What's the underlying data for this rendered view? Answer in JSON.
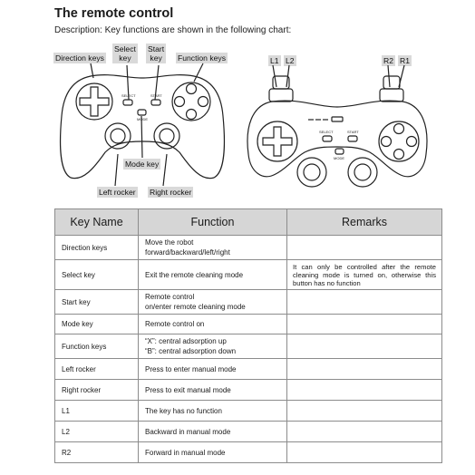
{
  "title": "The remote control",
  "description": "Description: Key functions are shown in the following chart:",
  "labels": {
    "direction_keys": "Direction keys",
    "select_key_line1": "Select",
    "select_key_line2": "key",
    "start_key_line1": "Start",
    "start_key_line2": "key",
    "function_keys": "Function keys",
    "mode_key": "Mode key",
    "left_rocker": "Left rocker",
    "right_rocker": "Right rocker",
    "l1": "L1",
    "l2": "L2",
    "r2": "R2",
    "r1": "R1"
  },
  "controller_markings": {
    "select": "SELECT",
    "start": "START",
    "mode": "MODE"
  },
  "table": {
    "headers": [
      "Key Name",
      "Function",
      "Remarks"
    ],
    "rows": [
      {
        "key": "Direction keys",
        "function": [
          "Move the robot",
          "forward/backward/left/right"
        ],
        "remarks": ""
      },
      {
        "key": "Select key",
        "function": [
          "Exit the remote cleaning mode"
        ],
        "remarks": "It can only be controlled after the remote cleaning mode is turned on, otherwise this button has no function"
      },
      {
        "key": "Start key",
        "function": [
          "Remote control",
          "on/enter remote cleaning mode"
        ],
        "remarks": ""
      },
      {
        "key": "Mode key",
        "function": [
          "Remote control on"
        ],
        "remarks": ""
      },
      {
        "key": "Function keys",
        "function": [
          "“X”: central adsorption up",
          "“B”: central adsorption down"
        ],
        "remarks": ""
      },
      {
        "key": "Left rocker",
        "function": [
          "Press to enter manual mode"
        ],
        "remarks": ""
      },
      {
        "key": "Right rocker",
        "function": [
          "Press to exit manual mode"
        ],
        "remarks": ""
      },
      {
        "key": "L1",
        "function": [
          "The key has no function"
        ],
        "remarks": ""
      },
      {
        "key": "L2",
        "function": [
          "Backward in manual mode"
        ],
        "remarks": ""
      },
      {
        "key": "R2",
        "function": [
          "Forward in manual mode"
        ],
        "remarks": ""
      }
    ]
  },
  "colors": {
    "label_bg": "#d9d9d9",
    "header_bg": "#d6d6d6",
    "border": "#8c8c8c"
  }
}
